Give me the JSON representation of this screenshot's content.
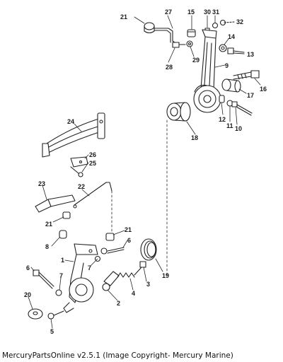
{
  "diagram": {
    "caption": "MercuryPartsOnline v2.5.1 (Image Copyright- Mercury Marine)",
    "callouts": [
      {
        "id": "c21a",
        "text": "21"
      },
      {
        "id": "c27",
        "text": "27"
      },
      {
        "id": "c15",
        "text": "15"
      },
      {
        "id": "c30",
        "text": "30"
      },
      {
        "id": "c31",
        "text": "31"
      },
      {
        "id": "c32",
        "text": "32"
      },
      {
        "id": "c28",
        "text": "28"
      },
      {
        "id": "c29",
        "text": "29"
      },
      {
        "id": "c14",
        "text": "14"
      },
      {
        "id": "c13",
        "text": "13"
      },
      {
        "id": "c9",
        "text": "9"
      },
      {
        "id": "c16",
        "text": "16"
      },
      {
        "id": "c17",
        "text": "17"
      },
      {
        "id": "c12",
        "text": "12"
      },
      {
        "id": "c11",
        "text": "11"
      },
      {
        "id": "c10",
        "text": "10"
      },
      {
        "id": "c18",
        "text": "18"
      },
      {
        "id": "c24",
        "text": "24"
      },
      {
        "id": "c26",
        "text": "26"
      },
      {
        "id": "c25",
        "text": "25"
      },
      {
        "id": "c23",
        "text": "23"
      },
      {
        "id": "c22",
        "text": "22"
      },
      {
        "id": "c21b",
        "text": "21"
      },
      {
        "id": "c21c",
        "text": "21"
      },
      {
        "id": "c8",
        "text": "8"
      },
      {
        "id": "c6a",
        "text": "6"
      },
      {
        "id": "c1",
        "text": "1"
      },
      {
        "id": "c7a",
        "text": "7"
      },
      {
        "id": "c19",
        "text": "19"
      },
      {
        "id": "c6b",
        "text": "6"
      },
      {
        "id": "c7b",
        "text": "7"
      },
      {
        "id": "c3",
        "text": "3"
      },
      {
        "id": "c4",
        "text": "4"
      },
      {
        "id": "c2",
        "text": "2"
      },
      {
        "id": "c20",
        "text": "20"
      },
      {
        "id": "c5",
        "text": "5"
      }
    ]
  }
}
